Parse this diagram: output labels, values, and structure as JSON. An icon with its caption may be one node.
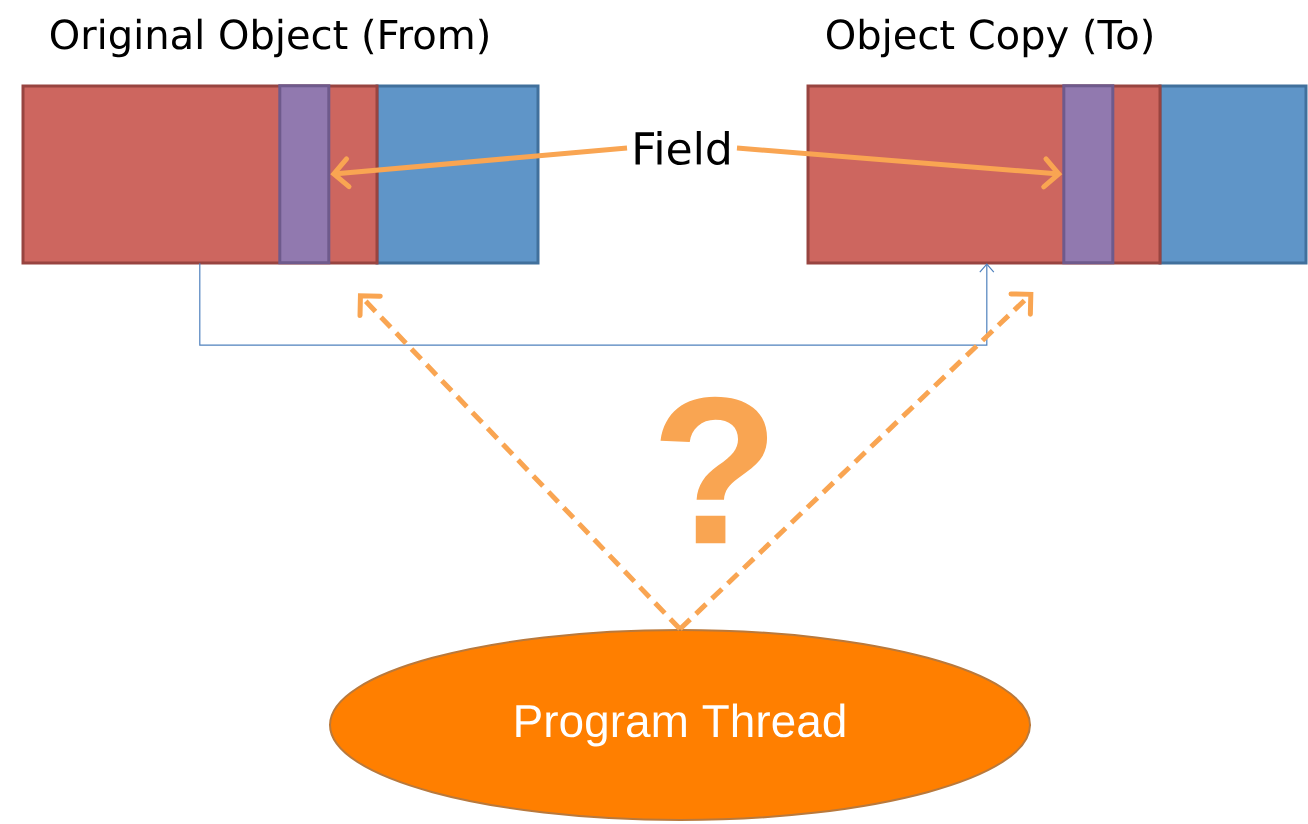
{
  "diagram": {
    "nodes": [
      {
        "text": [
          "Original Object (From)"
        ]
      },
      {
        "text": [],
        "shape": "bar",
        "in": 0
      },
      {
        "text": [
          "Object Copy (To)"
        ]
      },
      {
        "text": [],
        "shape": "bar",
        "in": 2
      },
      {
        "text": [
          "Field"
        ]
      },
      {
        "text": [
          "Program Thread"
        ]
      }
    ],
    "edges": [
      {
        "from": 4,
        "to": 1,
        "arrow": "to"
      },
      {
        "from": 4,
        "to": 3,
        "arrow": "to"
      },
      {
        "from": 0,
        "to": 2,
        "arrow": "to",
        "color": "#4f81bd"
      },
      {
        "from": 5,
        "to": 1,
        "arrow": "to",
        "style": "dashed"
      },
      {
        "from": 5,
        "to": 3,
        "arrow": "to",
        "style": "dashed"
      }
    ],
    "labels": [
      "?"
    ]
  }
}
